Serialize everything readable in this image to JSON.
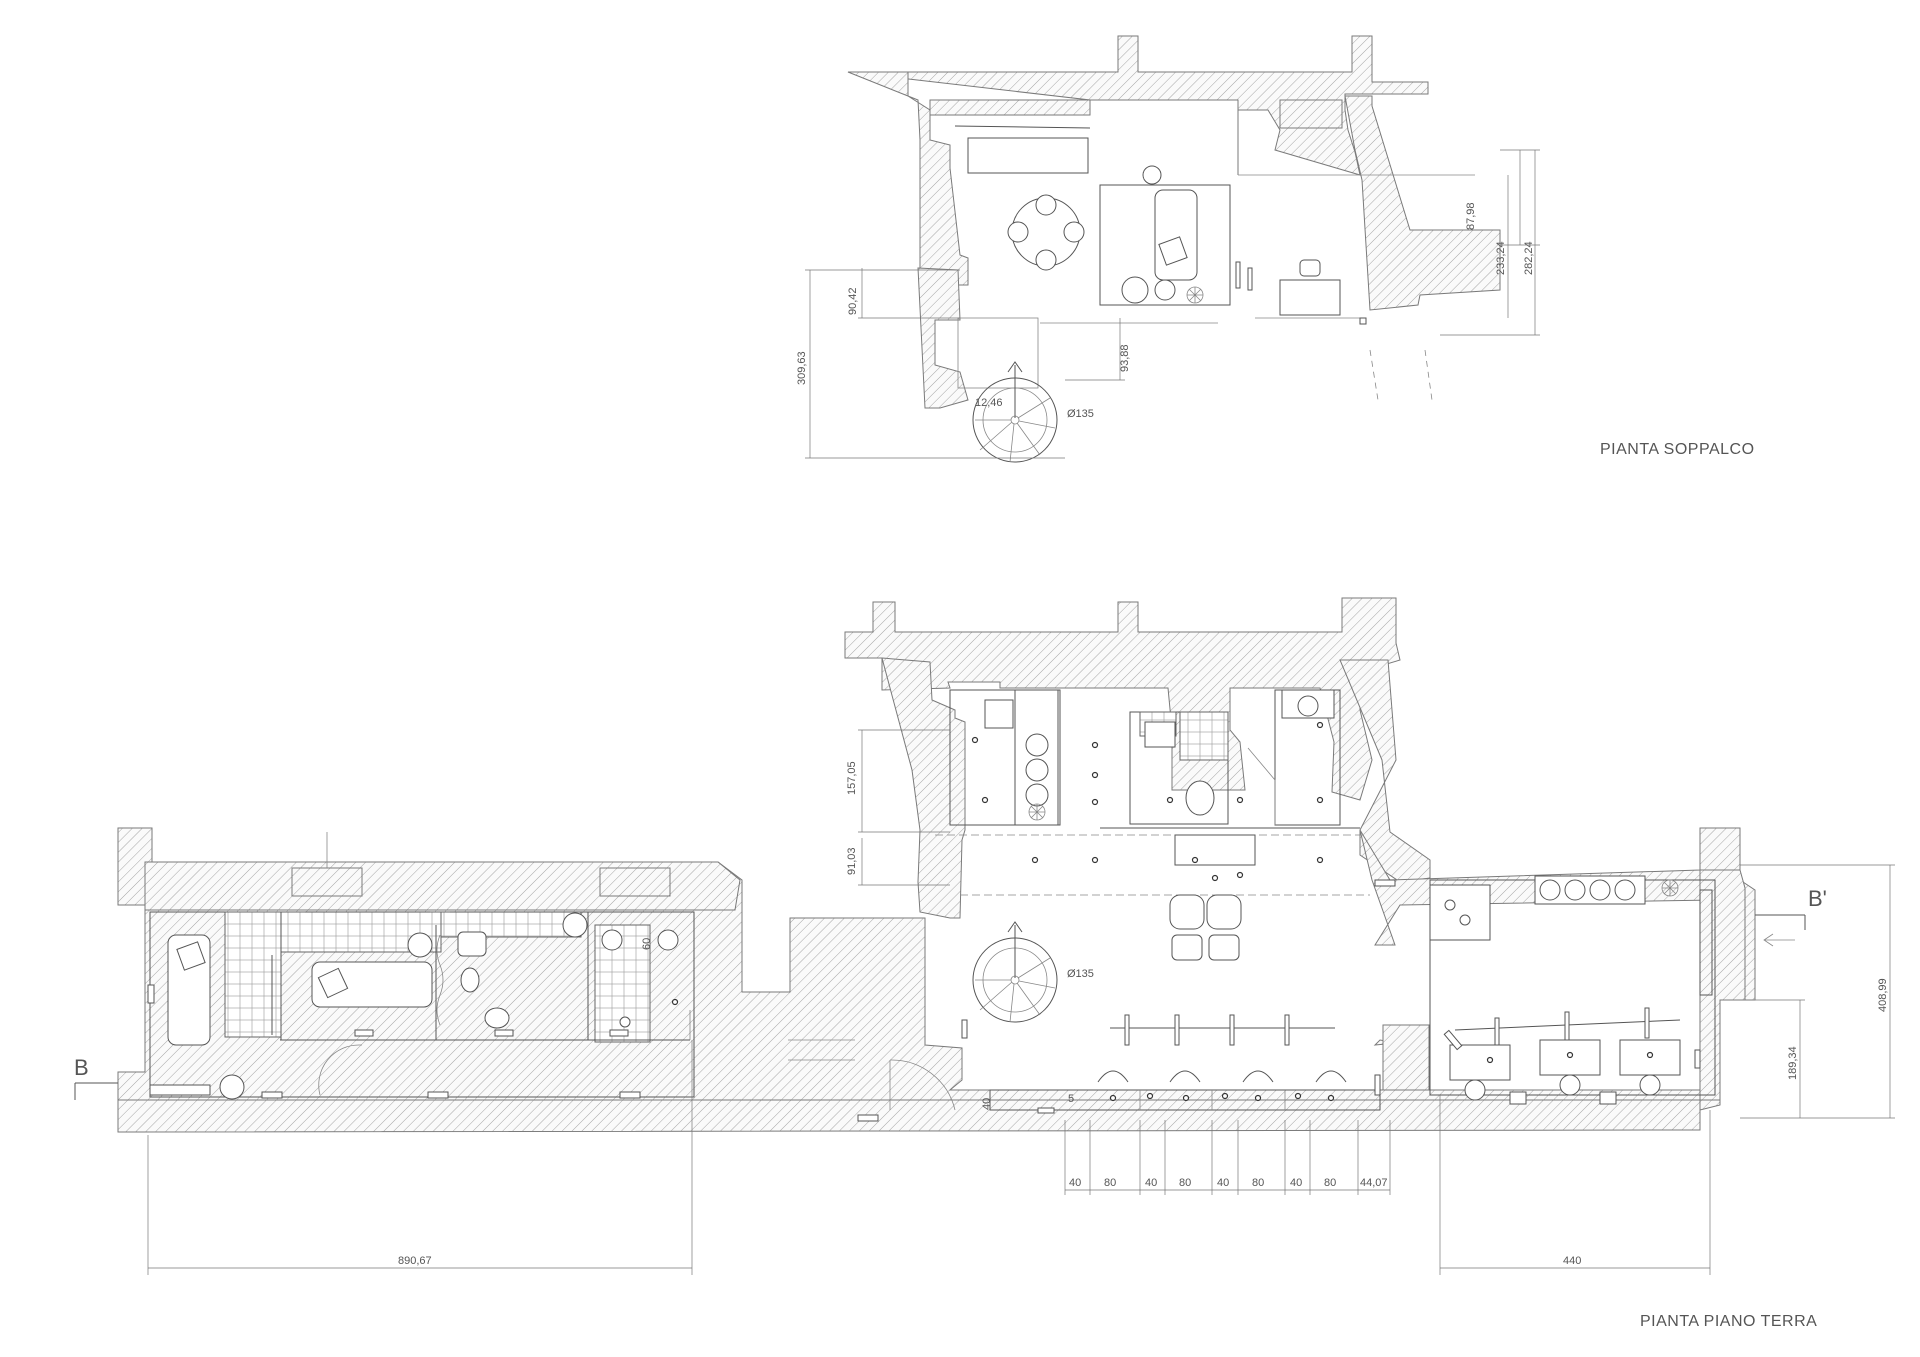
{
  "titles": {
    "upper": "PIANTA SOPPALCO",
    "lower": "PIANTA PIANO TERRA"
  },
  "section_marks": {
    "left": "B",
    "right": "B'"
  },
  "upper_dims": {
    "d1": "309,63",
    "d2": "90,42",
    "d3": "93,88",
    "d4": "12,46",
    "d5": "Ø135",
    "d6": "87,98",
    "d7": "233,24",
    "d8": "282,24"
  },
  "lower_dims": {
    "d1": "157,05",
    "d2": "91,03",
    "d3": "Ø135",
    "d4": "60",
    "d5": "40",
    "d6": "5",
    "d7": "408,99",
    "d8": "189,34",
    "d9": "890,67",
    "d10": "440",
    "row": [
      "40",
      "80",
      "40",
      "80",
      "40",
      "80",
      "40",
      "80",
      "44,07"
    ]
  },
  "colors": {
    "wall_hatch": "#9a9a9a",
    "line": "#555555",
    "text": "#555555"
  }
}
